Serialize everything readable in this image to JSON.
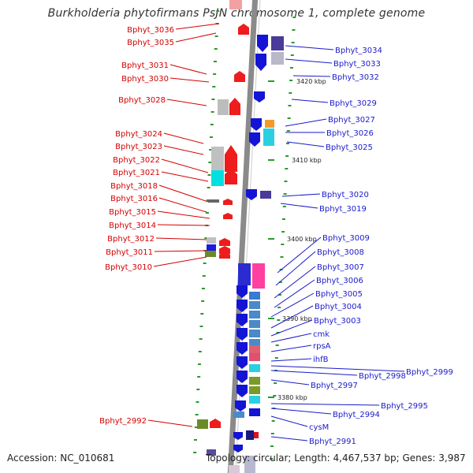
{
  "title": "Burkholderia phytofirmans PsJN chromosome 1, complete genome",
  "footer": {
    "accession": "Accession: NC_010681",
    "topology": "Topology: circular; Length: 4,467,537 bp; Genes: 3,987"
  },
  "colors": {
    "left_label": "#d40000",
    "right_label": "#1a1acc",
    "forward_gene": "#ee1c1c",
    "reverse_gene": "#1414d6",
    "backbone": "#8a8a8a",
    "tick": "#2a9a2a"
  },
  "kbp_markers": [
    "3420 kbp",
    "3410 kbp",
    "3400 kbp",
    "3390 kbp",
    "3380 kbp"
  ],
  "left_labels": [
    "Bphyt_3036",
    "Bphyt_3035",
    "Bphyt_3031",
    "Bphyt_3030",
    "Bphyt_3028",
    "Bphyt_3024",
    "Bphyt_3023",
    "Bphyt_3022",
    "Bphyt_3021",
    "Bphyt_3018",
    "Bphyt_3016",
    "Bphyt_3015",
    "Bphyt_3014",
    "Bphyt_3012",
    "Bphyt_3011",
    "Bphyt_3010",
    "Bphyt_2992"
  ],
  "right_labels": [
    "Bphyt_3034",
    "Bphyt_3033",
    "Bphyt_3032",
    "Bphyt_3029",
    "Bphyt_3027",
    "Bphyt_3026",
    "Bphyt_3025",
    "Bphyt_3020",
    "Bphyt_3019",
    "Bphyt_3009",
    "Bphyt_3008",
    "Bphyt_3007",
    "Bphyt_3006",
    "Bphyt_3005",
    "Bphyt_3004",
    "Bphyt_3003",
    "cmk",
    "rpsA",
    "ihfB",
    "Bphyt_2999",
    "Bphyt_2998",
    "Bphyt_2997",
    "Bphyt_2995",
    "Bphyt_2994",
    "cysM",
    "Bphyt_2991"
  ]
}
